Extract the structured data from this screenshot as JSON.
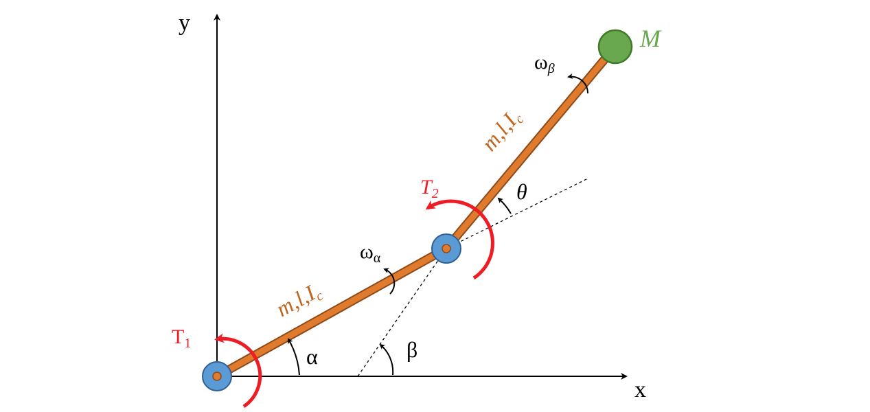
{
  "axes": {
    "x_label": "x",
    "y_label": "y"
  },
  "links": {
    "link1_label": "m,l,I",
    "link1_sub": "c",
    "link2_label": "m,l,I",
    "link2_sub": "c"
  },
  "angles": {
    "alpha": "α",
    "beta": "β",
    "theta": "θ"
  },
  "velocities": {
    "omega_alpha": "ω",
    "omega_alpha_sub": "α",
    "omega_beta": "ω",
    "omega_beta_sub": "β"
  },
  "torques": {
    "t1": "T",
    "t1_sub": "1",
    "t2": "T",
    "t2_sub": "2"
  },
  "mass": {
    "label": "M"
  },
  "colors": {
    "axis": "#000000",
    "link_fill": "#e07b2e",
    "link_stroke": "#8a4a1a",
    "link_text": "#c0651e",
    "joint_fill": "#5b9bd5",
    "joint_stroke": "#2f5f93",
    "torque": "#ee1c24",
    "mass_fill": "#6aa84f",
    "mass_stroke": "#3f7a2a"
  }
}
